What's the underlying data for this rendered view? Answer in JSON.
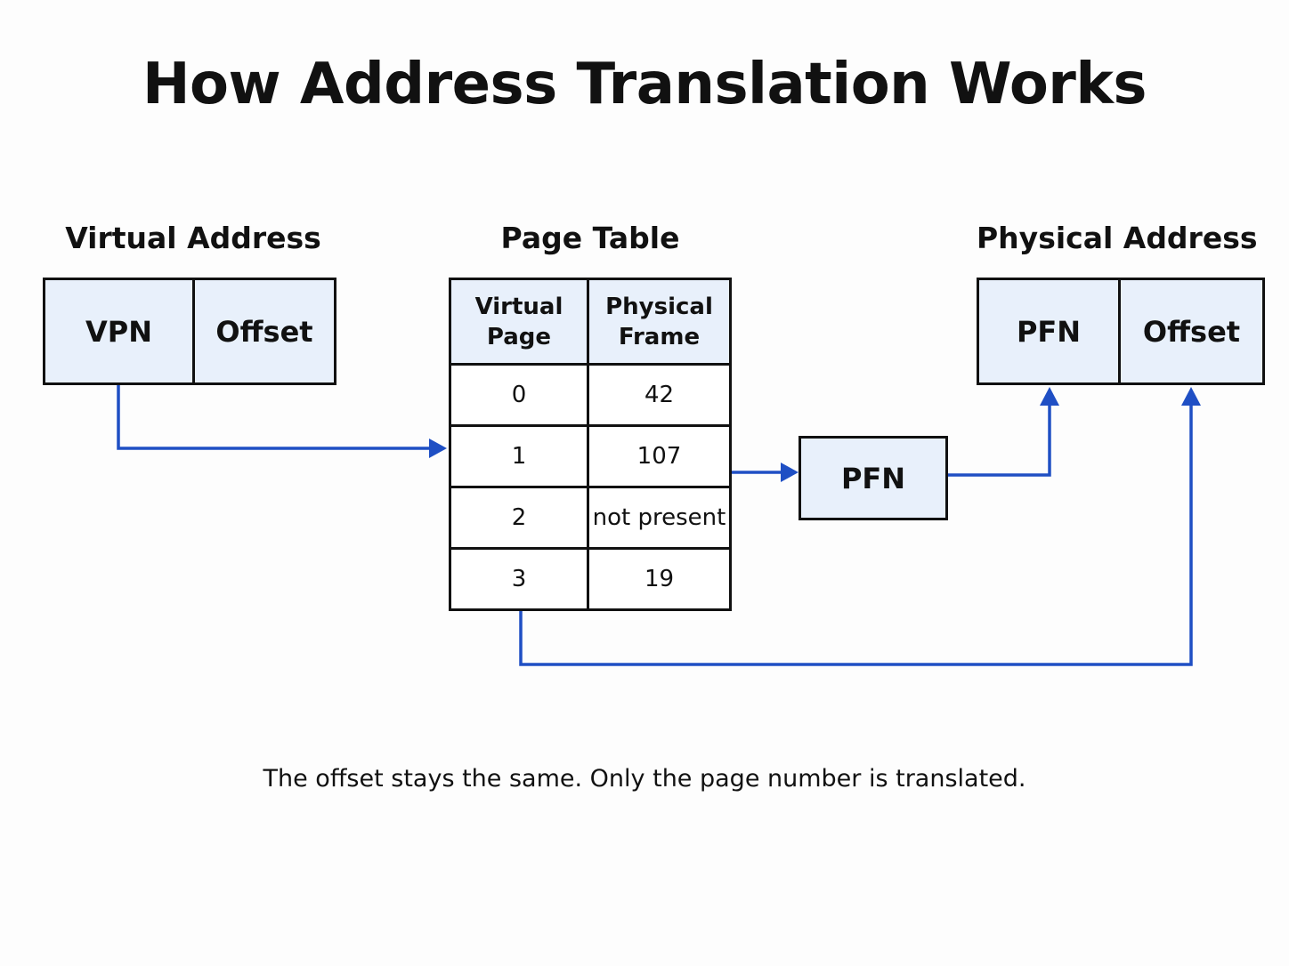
{
  "title": "How Address Translation Works",
  "virtual_address": {
    "label": "Virtual Address",
    "fields": [
      "VPN",
      "Offset"
    ]
  },
  "page_table": {
    "label": "Page Table",
    "headers": [
      "Virtual\nPage",
      "Physical\nFrame"
    ],
    "rows": [
      [
        "0",
        "42"
      ],
      [
        "1",
        "107"
      ],
      [
        "2",
        "not present"
      ],
      [
        "3",
        "19"
      ]
    ]
  },
  "pfn_box": "PFN",
  "physical_address": {
    "label": "Physical Address",
    "fields": [
      "PFN",
      "Offset"
    ]
  },
  "caption": "The offset stays the same. Only the page number is translated.",
  "colors": {
    "box_fill": "#e8f0fb",
    "arrow": "#1f4fc4",
    "border": "#111111"
  }
}
